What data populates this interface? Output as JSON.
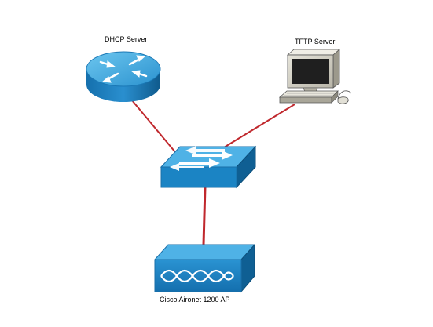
{
  "nodes": {
    "dhcp_server": {
      "label": "DHCP Server",
      "icon": "router-icon"
    },
    "tftp_server": {
      "label": "TFTP Server",
      "icon": "workstation-icon"
    },
    "switch": {
      "icon": "switch-icon"
    },
    "access_point": {
      "label": "Cisco Aironet 1200 AP",
      "icon": "access-point-icon"
    }
  },
  "links": [
    {
      "from": "dhcp_server",
      "to": "switch"
    },
    {
      "from": "tftp_server",
      "to": "switch"
    },
    {
      "from": "switch",
      "to": "access_point"
    }
  ],
  "colors": {
    "link": "#c0282d",
    "device_blue": "#1b84c4",
    "device_top": "#4fb2e6",
    "device_dark": "#0f5f93"
  }
}
